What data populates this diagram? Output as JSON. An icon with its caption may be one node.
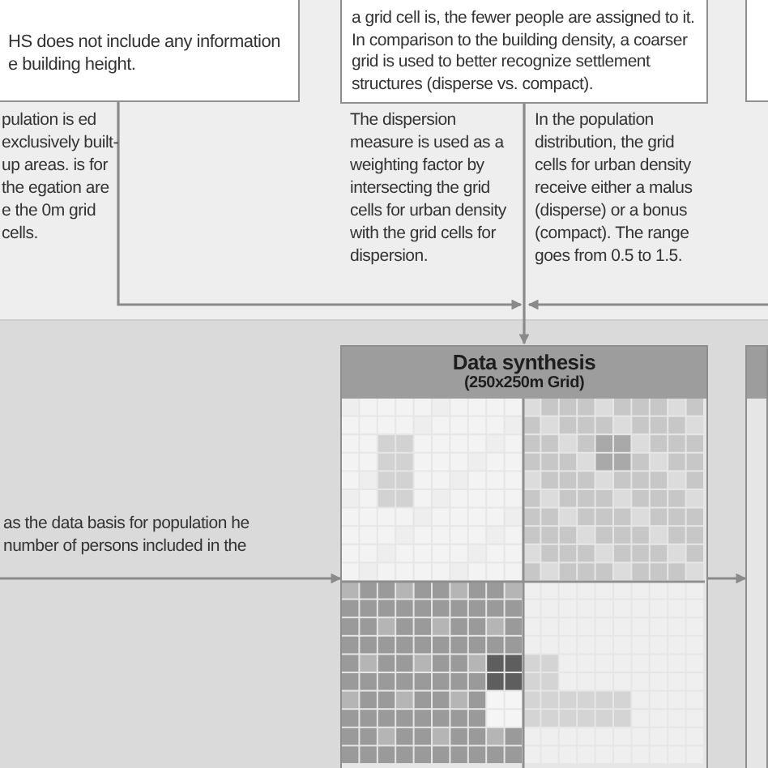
{
  "diagram": {
    "nodes": [
      {
        "text": [
          "HS does not include any information e building height."
        ]
      },
      {
        "text": [
          "a grid cell is, the fewer people are assigned to it. In comparison to the building density, a coarser grid is used to better recognize settlement structures (disperse vs. compact)."
        ]
      },
      {
        "text": [],
        "shape": "box"
      },
      {
        "text": [
          "pulation is ed exclusively built-up areas. is for the egation are e the 0m grid cells."
        ]
      },
      {
        "text": [
          "The dispersion measure is used as a weighting factor by intersecting the grid cells for urban density with the grid cells for dispersion."
        ]
      },
      {
        "text": [
          "In the population distribution, the grid cells for urban density receive either a malus (disperse) or a bonus (compact).  The range goes from 0.5 to 1.5."
        ]
      },
      {
        "text": [
          "as the data basis for population he number of persons included in the"
        ]
      },
      {
        "text": [
          "Data synthesis",
          "(250x250m Grid)"
        ],
        "in": 6
      },
      {
        "text": [],
        "shape": "box",
        "in": 6
      }
    ],
    "edges": [
      {
        "from": 0,
        "to": 7,
        "arrow": "to"
      },
      {
        "from": null,
        "to": 7,
        "arrow": "to"
      },
      {
        "from": 1,
        "to": 7,
        "arrow": "to"
      },
      {
        "from": null,
        "to": 7,
        "arrow": "to"
      },
      {
        "from": 7,
        "to": 8,
        "arrow": "to"
      }
    ]
  }
}
